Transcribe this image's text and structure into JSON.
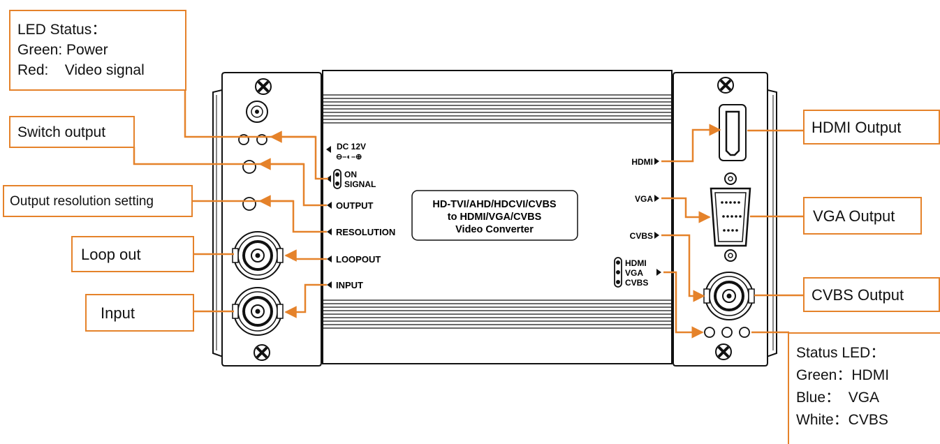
{
  "callouts": {
    "led_status": {
      "lines": [
        "LED Status：",
        "Green: Power",
        "Red:    Video signal"
      ]
    },
    "switch_output": {
      "label": "Switch output"
    },
    "output_resolution": {
      "label": "Output resolution setting"
    },
    "loop_out": {
      "label": "Loop out"
    },
    "input": {
      "label": "Input"
    },
    "hdmi_output": {
      "label": "HDMI Output"
    },
    "vga_output": {
      "label": "VGA Output"
    },
    "cvbs_output": {
      "label": "CVBS Output"
    },
    "status_led": {
      "lines": [
        "Status LED：",
        "Green：HDMI",
        "Blue：  VGA",
        "White：CVBS"
      ]
    }
  },
  "left_panel_labels": {
    "dc": "DC 12V",
    "on": "ON",
    "signal": "SIGNAL",
    "output": "OUTPUT",
    "resolution": "RESOLUTION",
    "loopout": "LOOPOUT",
    "input": "INPUT"
  },
  "right_panel_labels": {
    "hdmi": "HDMI",
    "vga": "VGA",
    "cvbs": "CVBS",
    "switch_hdmi": "HDMI",
    "switch_vga": "VGA",
    "switch_cvbs": "CVBS"
  },
  "device_label": {
    "line1": "HD-TVI/AHD/HDCVI/CVBS",
    "line2": "to HDMI/VGA/CVBS",
    "line3": "Video Converter"
  },
  "colors": {
    "accent": "#e5822a",
    "outline": "#111111"
  }
}
